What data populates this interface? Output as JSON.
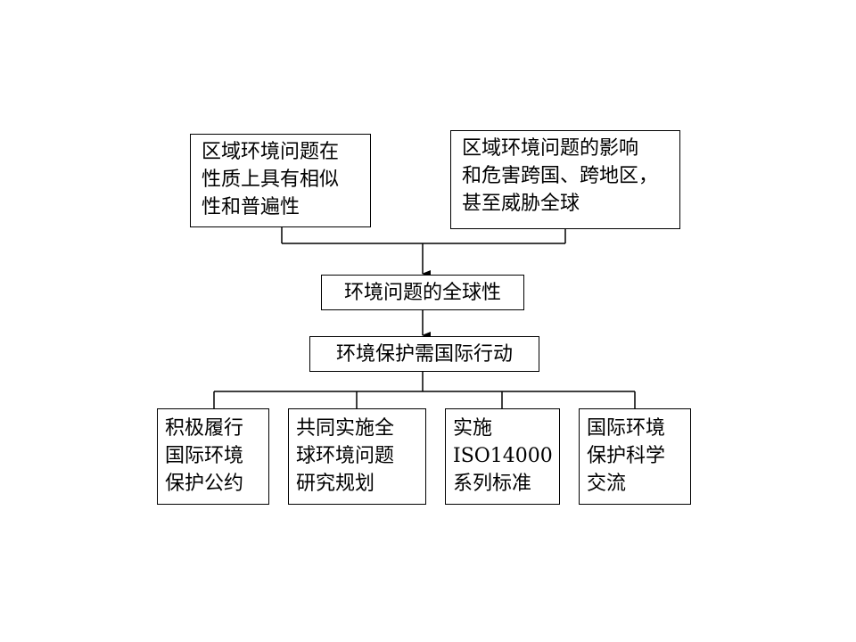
{
  "diagram": {
    "top_left": {
      "lines": [
        "区域环境问题在",
        "性质上具有相似",
        "性和普遍性"
      ]
    },
    "top_right": {
      "lines": [
        "区域环境问题的影响",
        "和危害跨国、跨地区，",
        "甚至威胁全球"
      ]
    },
    "global_nature": {
      "label": "环境问题的全球性"
    },
    "international_action": {
      "label": "环境保护需国际行动"
    },
    "actions": [
      {
        "lines": [
          "积极履行",
          "国际环境",
          "保护公约"
        ]
      },
      {
        "lines": [
          "共同实施全",
          "球环境问题",
          "研究规划"
        ]
      },
      {
        "lines": [
          "实施",
          "ISO14000",
          "系列标准"
        ]
      },
      {
        "lines": [
          "国际环境",
          "保护科学",
          "交流"
        ]
      }
    ]
  }
}
